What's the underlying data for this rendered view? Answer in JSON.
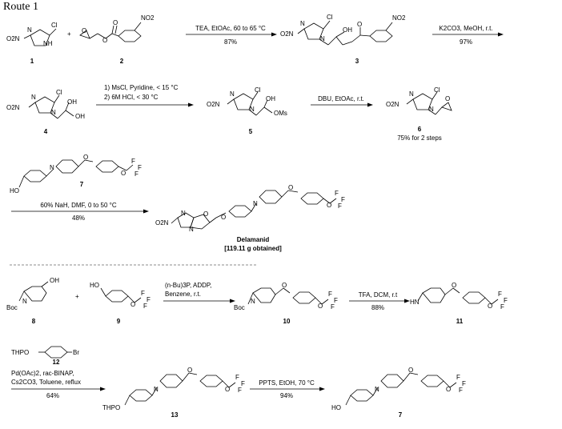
{
  "title": "Route 1",
  "compounds": {
    "c1": {
      "number": "1",
      "labels": {
        "cl": "Cl",
        "n": "N",
        "o2n": "O2N",
        "nh": "NH"
      }
    },
    "c2": {
      "number": "2",
      "labels": {
        "no2": "NO2",
        "o1": "O",
        "o2": "O",
        "o3": "O"
      }
    },
    "c3": {
      "number": "3",
      "labels": {
        "cl": "Cl",
        "n": "N",
        "o2n": "O2N",
        "n2": "N",
        "oh": "OH",
        "no2": "NO2",
        "o": "O"
      }
    },
    "c4": {
      "number": "4",
      "labels": {
        "cl": "Cl",
        "n": "N",
        "o2n": "O2N",
        "n2": "N",
        "oh1": "OH",
        "oh2": "OH"
      }
    },
    "c5": {
      "number": "5",
      "labels": {
        "cl": "Cl",
        "n": "N",
        "o2n": "O2N",
        "n2": "N",
        "oh": "OH",
        "oms": "OMs"
      }
    },
    "c6": {
      "number": "6",
      "labels": {
        "cl": "Cl",
        "n": "N",
        "o2n": "O2N",
        "n2": "N",
        "o": "O"
      },
      "yield": "75% for 2 steps"
    },
    "c7_top": {
      "number": "7",
      "labels": {
        "ho": "HO",
        "n": "N",
        "o": "O",
        "o2": "O",
        "f1": "F",
        "f2": "F",
        "f3": "F"
      }
    },
    "delamanid": {
      "name": "Delamanid",
      "note": "[119.11 g obtained]",
      "labels": {
        "o2n": "O2N",
        "n": "N",
        "n2": "N",
        "o": "O",
        "o2": "O",
        "n3": "N",
        "o3": "O",
        "o4": "O",
        "f1": "F",
        "f2": "F",
        "f3": "F"
      }
    },
    "c8": {
      "number": "8",
      "labels": {
        "oh": "OH",
        "n": "N",
        "boc": "Boc"
      }
    },
    "c9": {
      "number": "9",
      "labels": {
        "ho": "HO",
        "o": "O",
        "f1": "F",
        "f2": "F",
        "f3": "F"
      }
    },
    "c10": {
      "number": "10",
      "labels": {
        "boc": "Boc",
        "n": "N",
        "o": "O",
        "o2": "O",
        "f1": "F",
        "f2": "F",
        "f3": "F"
      }
    },
    "c11": {
      "number": "11",
      "labels": {
        "hn": "HN",
        "o": "O",
        "o2": "O",
        "f1": "F",
        "f2": "F",
        "f3": "F"
      }
    },
    "c12": {
      "number": "12",
      "labels": {
        "thpo": "THPO",
        "br": "Br"
      }
    },
    "c13": {
      "number": "13",
      "labels": {
        "thpo": "THPO",
        "n": "N",
        "o": "O",
        "o2": "O",
        "f1": "F",
        "f2": "F",
        "f3": "F"
      }
    },
    "c7_bottom": {
      "number": "7",
      "labels": {
        "ho": "HO",
        "n": "N",
        "o": "O",
        "o2": "O",
        "f1": "F",
        "f2": "F",
        "f3": "F"
      }
    }
  },
  "plus": "+",
  "reactions": {
    "r1": {
      "conditions": "TEA, EtOAc, 60 to 65 °C",
      "yield": "87%"
    },
    "r2": {
      "conditions": "K2CO3, MeOH, r.t.",
      "yield": "97%"
    },
    "r3": {
      "line1": "1) MsCl, Pyridine, < 15 °C",
      "line2": "2) 6M HCl, < 30 °C"
    },
    "r4": {
      "conditions": "DBU, EtOAc, r.t."
    },
    "r5": {
      "conditions": "60% NaH, DMF, 0 to 50 °C",
      "yield": "48%"
    },
    "r6": {
      "line1": "(n-Bu)3P, ADDP,",
      "line2": "Benzene, r.t."
    },
    "r7": {
      "conditions": "TFA, DCM, r.t",
      "yield": "88%"
    },
    "r8": {
      "line1": "Pd(OAc)2, rac-BINAP,",
      "line2": "Cs2CO3, Toluene, reflux",
      "yield": "64%"
    },
    "r9": {
      "conditions": "PPTS, EtOH, 70 °C",
      "yield": "94%"
    }
  }
}
